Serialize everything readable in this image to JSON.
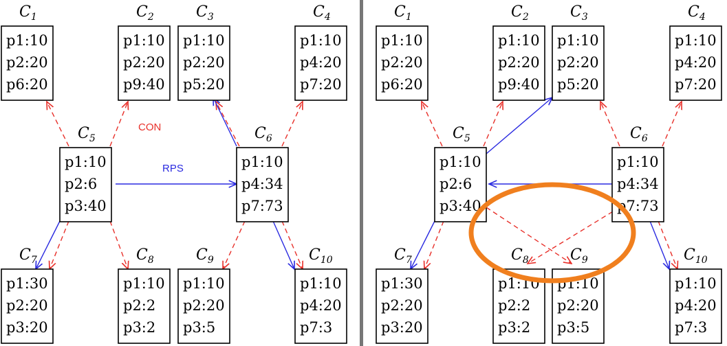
{
  "colors": {
    "con": "#e8302a",
    "rps": "#2a2ae0",
    "highlight": "#f07f1e"
  },
  "labels": {
    "con": "CON",
    "rps": "RPS"
  },
  "left": {
    "nodes": [
      {
        "id": "C1",
        "letter": "C",
        "sub": "1",
        "lines": [
          "p1:10",
          "p2:20",
          "p6:20"
        ]
      },
      {
        "id": "C2",
        "letter": "C",
        "sub": "2",
        "lines": [
          "p1:10",
          "p2:20",
          "p9:40"
        ]
      },
      {
        "id": "C3",
        "letter": "C",
        "sub": "3",
        "lines": [
          "p1:10",
          "p2:20",
          "p5:20"
        ]
      },
      {
        "id": "C4",
        "letter": "C",
        "sub": "4",
        "lines": [
          "p1:10",
          "p4:20",
          "p7:20"
        ]
      },
      {
        "id": "C5",
        "letter": "C",
        "sub": "5",
        "lines": [
          "p1:10",
          "p2:6",
          "p3:40"
        ]
      },
      {
        "id": "C6",
        "letter": "C",
        "sub": "6",
        "lines": [
          "p1:10",
          "p4:34",
          "p7:73"
        ]
      },
      {
        "id": "C7",
        "letter": "C",
        "sub": "7",
        "lines": [
          "p1:30",
          "p2:20",
          "p3:20"
        ]
      },
      {
        "id": "C8",
        "letter": "C",
        "sub": "8",
        "lines": [
          "p1:10",
          "p2:2",
          "p3:2"
        ]
      },
      {
        "id": "C9",
        "letter": "C",
        "sub": "9",
        "lines": [
          "p1:10",
          "p2:20",
          "p3:5"
        ]
      },
      {
        "id": "C10",
        "letter": "C",
        "sub": "10",
        "lines": [
          "p1:10",
          "p4:20",
          "p7:3"
        ]
      }
    ]
  },
  "right": {
    "nodes": [
      {
        "id": "C1",
        "letter": "C",
        "sub": "1",
        "lines": [
          "p1:10",
          "p2:20",
          "p6:20"
        ]
      },
      {
        "id": "C2",
        "letter": "C",
        "sub": "2",
        "lines": [
          "p1:10",
          "p2:20",
          "p9:40"
        ]
      },
      {
        "id": "C3",
        "letter": "C",
        "sub": "3",
        "lines": [
          "p1:10",
          "p2:20",
          "p5:20"
        ]
      },
      {
        "id": "C4",
        "letter": "C",
        "sub": "4",
        "lines": [
          "p1:10",
          "p4:20",
          "p7:20"
        ]
      },
      {
        "id": "C5",
        "letter": "C",
        "sub": "5",
        "lines": [
          "p1:10",
          "p2:6",
          "p3:40"
        ]
      },
      {
        "id": "C6",
        "letter": "C",
        "sub": "6",
        "lines": [
          "p1:10",
          "p4:34",
          "p7:73"
        ]
      },
      {
        "id": "C7",
        "letter": "C",
        "sub": "7",
        "lines": [
          "p1:30",
          "p2:20",
          "p3:20"
        ]
      },
      {
        "id": "C8",
        "letter": "C",
        "sub": "8",
        "lines": [
          "p1:10",
          "p2:2",
          "p3:2"
        ]
      },
      {
        "id": "C9",
        "letter": "C",
        "sub": "9",
        "lines": [
          "p1:10",
          "p2:20",
          "p3:5"
        ]
      },
      {
        "id": "C10",
        "letter": "C",
        "sub": "10",
        "lines": [
          "p1:10",
          "p4:20",
          "p7:3"
        ]
      }
    ]
  }
}
